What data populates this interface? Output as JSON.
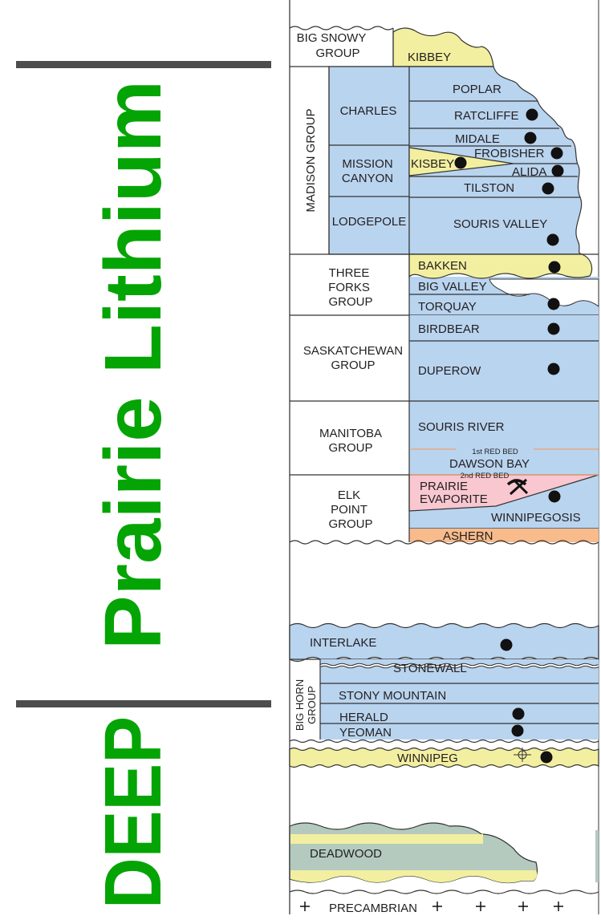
{
  "branding": {
    "line1": "DEEP",
    "line2": "Prairie Lithium",
    "color": "#05a405"
  },
  "groups": {
    "big_snowy": [
      "BIG SNOWY",
      "GROUP"
    ],
    "madison": "MADISON GROUP",
    "charles": "CHARLES",
    "mission_canyon": [
      "MISSION",
      "CANYON"
    ],
    "lodgepole": "LODGEPOLE",
    "three_forks": [
      "THREE",
      "FORKS",
      "GROUP"
    ],
    "saskatchewan": [
      "SASKATCHEWAN",
      "GROUP"
    ],
    "manitoba": [
      "MANITOBA",
      "GROUP"
    ],
    "elk_point": [
      "ELK",
      "POINT",
      "GROUP"
    ],
    "big_horn": [
      "BIG HORN",
      "GROUP"
    ]
  },
  "formations": {
    "kibbey": "KIBBEY",
    "poplar": "POPLAR",
    "ratcliffe": "RATCLIFFE",
    "midale": "MIDALE",
    "frobisher": "FROBISHER",
    "kisbey": "KISBEY",
    "alida": "ALIDA",
    "tilston": "TILSTON",
    "souris_valley": "SOURIS VALLEY",
    "bakken": "BAKKEN",
    "big_valley": "BIG VALLEY",
    "torquay": "TORQUAY",
    "birdbear": "BIRDBEAR",
    "duperow": "DUPEROW",
    "souris_river": "SOURIS RIVER",
    "red_bed_1": "1st RED BED",
    "dawson_bay": "DAWSON BAY",
    "red_bed_2": "2nd RED BED",
    "prairie_evaporite": [
      "PRAIRIE",
      "EVAPORITE"
    ],
    "winnipegosis": "WINNIPEGOSIS",
    "ashern": "ASHERN",
    "interlake": "INTERLAKE",
    "stonewall": "STONEWALL",
    "stony_mountain": "STONY MOUNTAIN",
    "herald": "HERALD",
    "yeoman": "YEOMAN",
    "winnipeg": "WINNIPEG",
    "deadwood": "DEADWOOD",
    "precambrian": "PRECAMBRIAN"
  },
  "colors": {
    "carbonate": "#b9d4ef",
    "clastic": "#f3efa0",
    "evaporite": "#f8c7d0",
    "shale": "#f8bb8c",
    "deadwood": "#b4cabf"
  }
}
